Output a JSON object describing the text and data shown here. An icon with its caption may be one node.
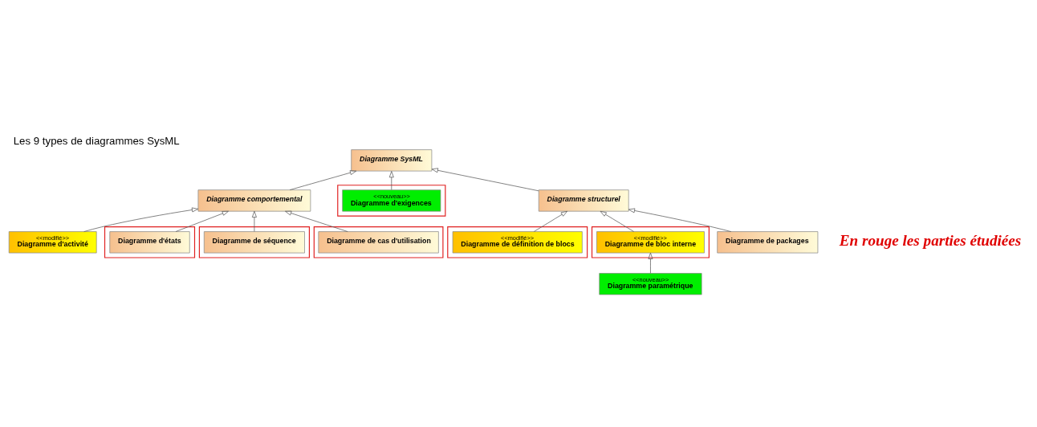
{
  "diagram": {
    "title": "Les 9 types de diagrammes SysML",
    "caption": "En rouge les parties étudiées",
    "nodes": [
      {
        "text": [
          "Diagramme SysML"
        ]
      },
      {
        "text": [
          "Diagramme comportemental"
        ]
      },
      {
        "text": [],
        "shape": "box"
      },
      {
        "text": [
          "<<nouveau>>",
          "Diagramme d'exigences"
        ],
        "in": 2
      },
      {
        "text": [
          "Diagramme structurel"
        ]
      },
      {
        "text": [
          "<<modifié>>",
          "Diagramme d'activité"
        ]
      },
      {
        "text": [],
        "shape": "box"
      },
      {
        "text": [
          "Diagramme d'états"
        ],
        "in": 6
      },
      {
        "text": [],
        "shape": "box"
      },
      {
        "text": [
          "<<modifié>>",
          "Diagramme de définition de blocs"
        ],
        "in": 8
      },
      {
        "text": [],
        "shape": "box"
      },
      {
        "text": [
          "<<modifié>>",
          "Diagramme de bloc interne"
        ],
        "in": 10
      },
      {
        "text": [
          "Diagramme de packages"
        ]
      },
      {
        "text": [],
        "shape": "box"
      },
      {
        "text": [
          "Diagramme de séquence"
        ],
        "in": 13
      },
      {
        "text": [],
        "shape": "box"
      },
      {
        "text": [
          "Diagramme de cas d'utilisation"
        ],
        "in": 15
      },
      {
        "text": [
          "<<nouveau>>",
          "Diagramme paramétrique"
        ]
      }
    ],
    "edges": [
      {
        "from": 1,
        "to": 0,
        "arrow": "to"
      },
      {
        "from": 3,
        "to": 0,
        "arrow": "to"
      },
      {
        "from": 4,
        "to": 0,
        "arrow": "to"
      },
      {
        "from": 5,
        "to": 1,
        "arrow": "to"
      },
      {
        "from": 7,
        "to": 1,
        "arrow": "to"
      },
      {
        "from": 14,
        "to": 1,
        "arrow": "to"
      },
      {
        "from": 16,
        "to": 1,
        "arrow": "to"
      },
      {
        "from": 9,
        "to": 4,
        "arrow": "to"
      },
      {
        "from": 11,
        "to": 4,
        "arrow": "to"
      },
      {
        "from": 12,
        "to": 4,
        "arrow": "to"
      },
      {
        "from": 17,
        "to": 11,
        "arrow": "to"
      }
    ]
  }
}
